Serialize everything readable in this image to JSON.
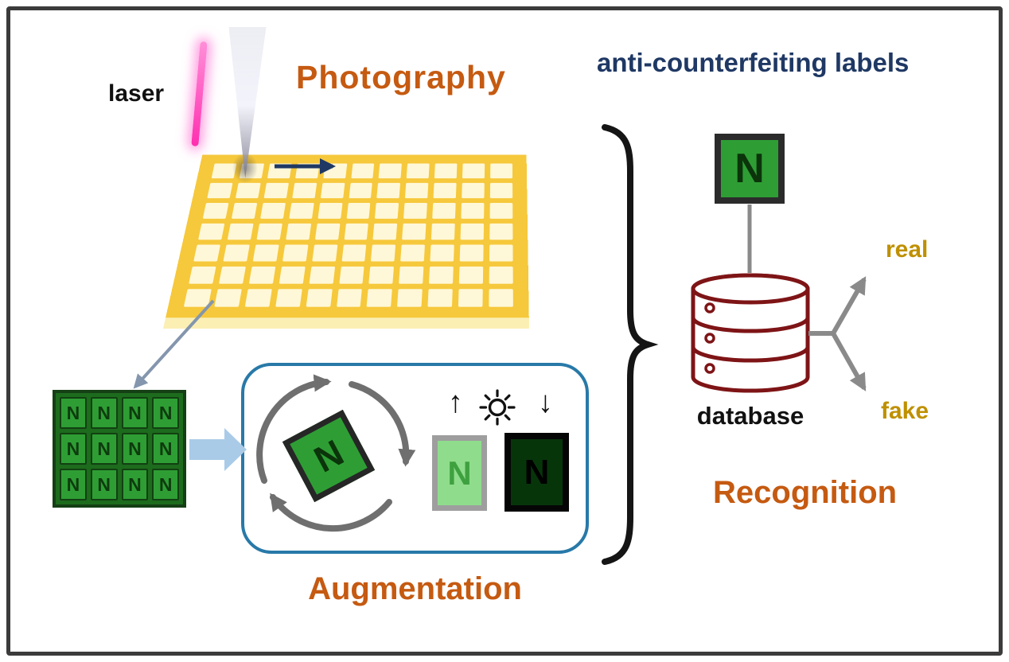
{
  "header": {
    "title": "anti-counterfeiting labels"
  },
  "photography": {
    "heading": "Photography",
    "laser_label": "laser",
    "substrate_grid": {
      "rows": 7,
      "cols": 11
    }
  },
  "label_array": {
    "rows": 3,
    "cols": 4,
    "letter": "N"
  },
  "augmentation": {
    "heading": "Augmentation",
    "rotated_tile_letter": "N",
    "bright_tile_letter": "N",
    "dark_tile_letter": "N",
    "brightness_up_icon": "↑",
    "brightness_down_icon": "↓"
  },
  "recognition": {
    "heading": "Recognition",
    "tile_letter": "N",
    "database_label": "database",
    "real_label": "real",
    "fake_label": "fake"
  },
  "colors": {
    "heading_orange": "#C55A11",
    "title_navy": "#1F3864",
    "laser_pink": "#FF2FB0",
    "substrate_gold": "#F6C83B",
    "substrate_cell": "#FFF8D8",
    "tile_green": "#2E9E34",
    "tile_letter_dark": "#0B340B",
    "array_bg_green": "#1D6B1D",
    "bright_tile": "#8FDD8C",
    "dark_tile": "#07350A",
    "augment_blue": "#2879A8",
    "flow_arrow_blue": "#A9CBE8",
    "rotation_gray": "#6F6F6F",
    "connector_gray": "#8A8A8A",
    "slate_arrow": "#8496AD",
    "database_red": "#7E1416",
    "real_fake_gold": "#BF9000",
    "brace_black": "#151515",
    "frame_gray": "#3B3B3B"
  }
}
